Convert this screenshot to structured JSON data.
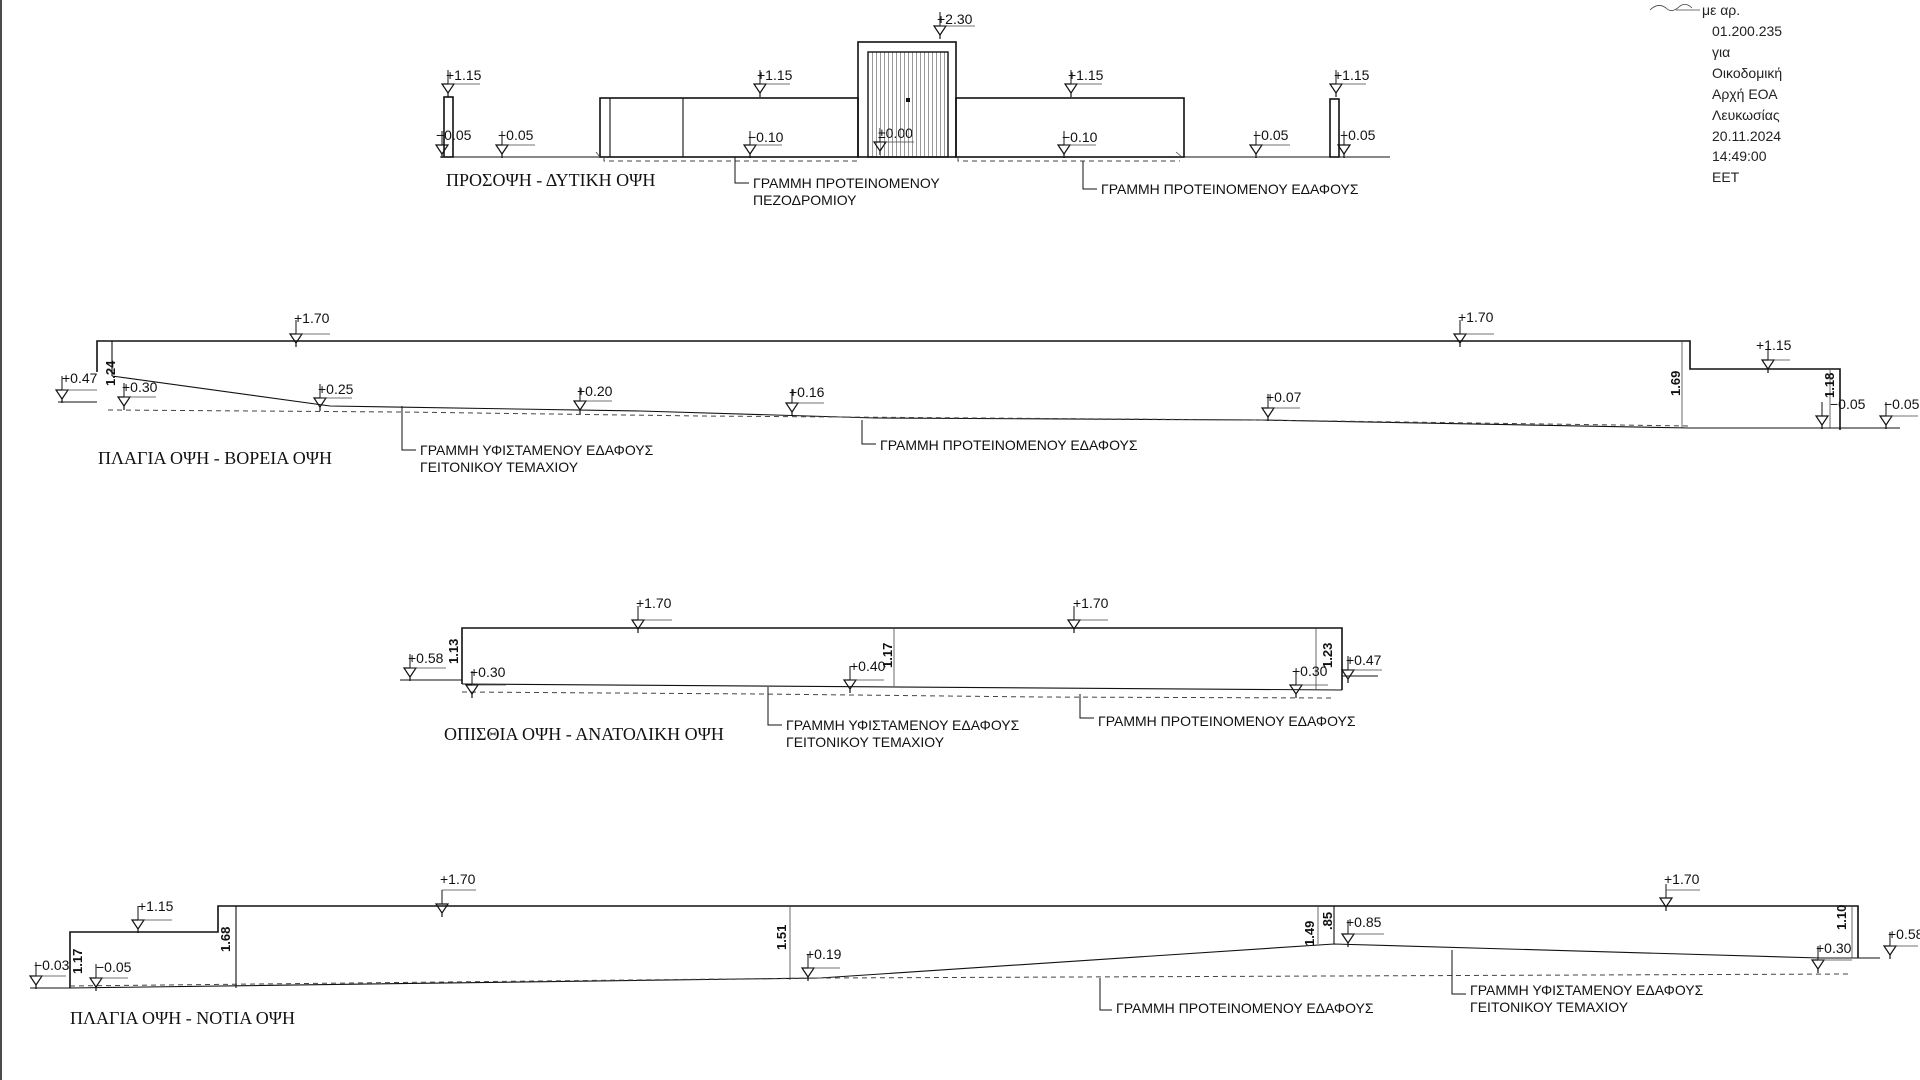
{
  "stamp": {
    "lines": [
      "με αρ.",
      "01.200.235",
      "για",
      "Οικοδομική",
      "Αρχή ΕΟΑ",
      "Λευκωσίας",
      "20.11.2024",
      "14:49:00",
      "EET"
    ]
  },
  "views": {
    "west": {
      "title": "ΠΡΟΣΟΨΗ - ΔΥΤΙΚΗ ΟΨΗ",
      "levels": [
        "+2.30",
        "+1.15",
        "−0.05",
        "−0.05",
        "+1.15",
        "−0.10",
        "±0.00",
        "+1.15",
        "−0.10",
        "−0.05",
        "+1.15",
        "−0.05"
      ],
      "notes": [
        "ΓΡΑΜΜΗ ΠΡΟΤΕΙΝΟΜΕΝΟΥ",
        "ΠΕΖΟΔΡΟΜΙΟΥ",
        "ΓΡΑΜΜΗ ΠΡΟΤΕΙΝΟΜΕΝΟΥ ΕΔΑΦΟΥΣ"
      ]
    },
    "north": {
      "title": "ΠΛΑΓΙΑ ΟΨΗ - ΒΟΡΕΙΑ ΟΨΗ",
      "levels": [
        "+1.70",
        "+1.70",
        "+0.47",
        "+0.30",
        "+0.25",
        "+0.20",
        "+0.16",
        "+0.07",
        "+1.15",
        "−0.05",
        "−0.05"
      ],
      "dims": [
        "1.24",
        "1.69",
        "1.18"
      ],
      "notes": [
        "ΓΡΑΜΜΗ ΥΦΙΣΤΑΜΕΝΟΥ ΕΔΑΦΟΥΣ",
        "ΓΕΙΤΟΝΙΚΟΥ ΤΕΜΑΧΙΟΥ",
        "ΓΡΑΜΜΗ ΠΡΟΤΕΙΝΟΜΕΝΟΥ ΕΔΑΦΟΥΣ"
      ]
    },
    "east": {
      "title": "ΟΠΙΣΘΙΑ ΟΨΗ - ΑΝΑΤΟΛΙΚΗ  ΟΨΗ",
      "levels": [
        "+1.70",
        "+1.70",
        "+0.58",
        "+0.30",
        "+0.40",
        "+0.30",
        "+0.47"
      ],
      "dims": [
        "1.13",
        "1.17",
        "1.23"
      ],
      "notes": [
        "ΓΡΑΜΜΗ ΥΦΙΣΤΑΜΕΝΟΥ ΕΔΑΦΟΥΣ",
        "ΓΕΙΤΟΝΙΚΟΥ ΤΕΜΑΧΙΟΥ",
        "ΓΡΑΜΜΗ ΠΡΟΤΕΙΝΟΜΕΝΟΥ ΕΔΑΦΟΥΣ"
      ]
    },
    "south": {
      "title": "ΠΛΑΓΙΑ ΟΨΗ - ΝΟΤΙΑ  ΟΨΗ",
      "levels": [
        "+1.70",
        "+1.15",
        "−0.03",
        "−0.05",
        "+0.19",
        "+0.85",
        "+1.70",
        "+0.30",
        "+0.58"
      ],
      "dims": [
        "1.17",
        "1.68",
        "1.51",
        "1.49",
        ".85",
        "1.10"
      ],
      "notes": [
        "ΓΡΑΜΜΗ ΠΡΟΤΕΙΝΟΜΕΝΟΥ ΕΔΑΦΟΥΣ",
        "ΓΡΑΜΜΗ ΥΦΙΣΤΑΜΕΝΟΥ ΕΔΑΦΟΥΣ",
        "ΓΕΙΤΟΝΙΚΟΥ ΤΕΜΑΧΙΟΥ"
      ]
    }
  }
}
